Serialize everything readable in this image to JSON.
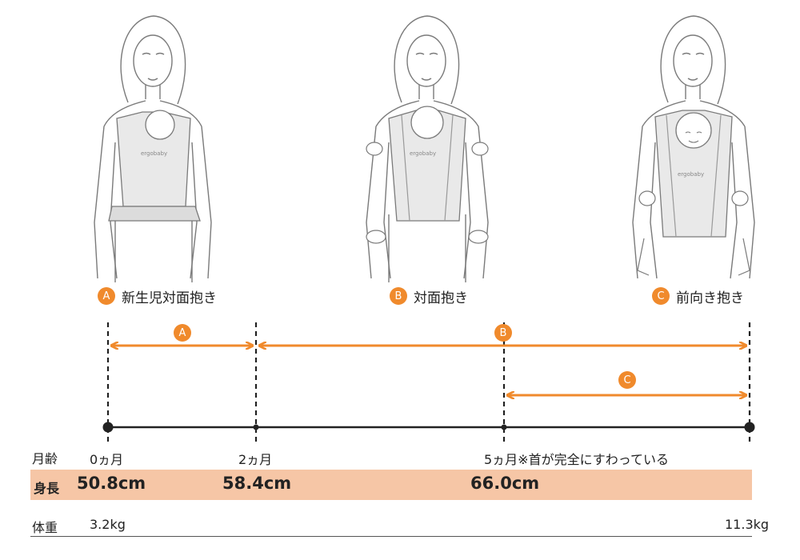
{
  "colors": {
    "accent": "#f08a2c",
    "band": "#f6c6a6",
    "line": "#222222",
    "illustration_stroke": "#7a7a7a",
    "carrier_fill": "#e9e9e9"
  },
  "positions": [
    {
      "badge": "A",
      "label": "新生児対面抱き"
    },
    {
      "badge": "B",
      "label": "対面抱き"
    },
    {
      "badge": "C",
      "label": "前向き抱き"
    }
  ],
  "carrier_logo": "ergobaby",
  "timeline": {
    "arrows": [
      {
        "badge": "A",
        "from_month": 0,
        "to_month": 2
      },
      {
        "badge": "B",
        "from_month": 2,
        "to_month": "max"
      },
      {
        "badge": "C",
        "from_month": 5,
        "to_month": "max"
      }
    ]
  },
  "rows": {
    "age": {
      "header": "月齢",
      "ticks": [
        "0ヵ月",
        "2ヵ月",
        "5ヵ月※首が完全にすわっている"
      ]
    },
    "height": {
      "header": "身長",
      "values": [
        "50.8cm",
        "58.4cm",
        "66.0cm"
      ]
    },
    "weight": {
      "header": "体重",
      "min": "3.2kg",
      "max": "11.3kg"
    }
  }
}
